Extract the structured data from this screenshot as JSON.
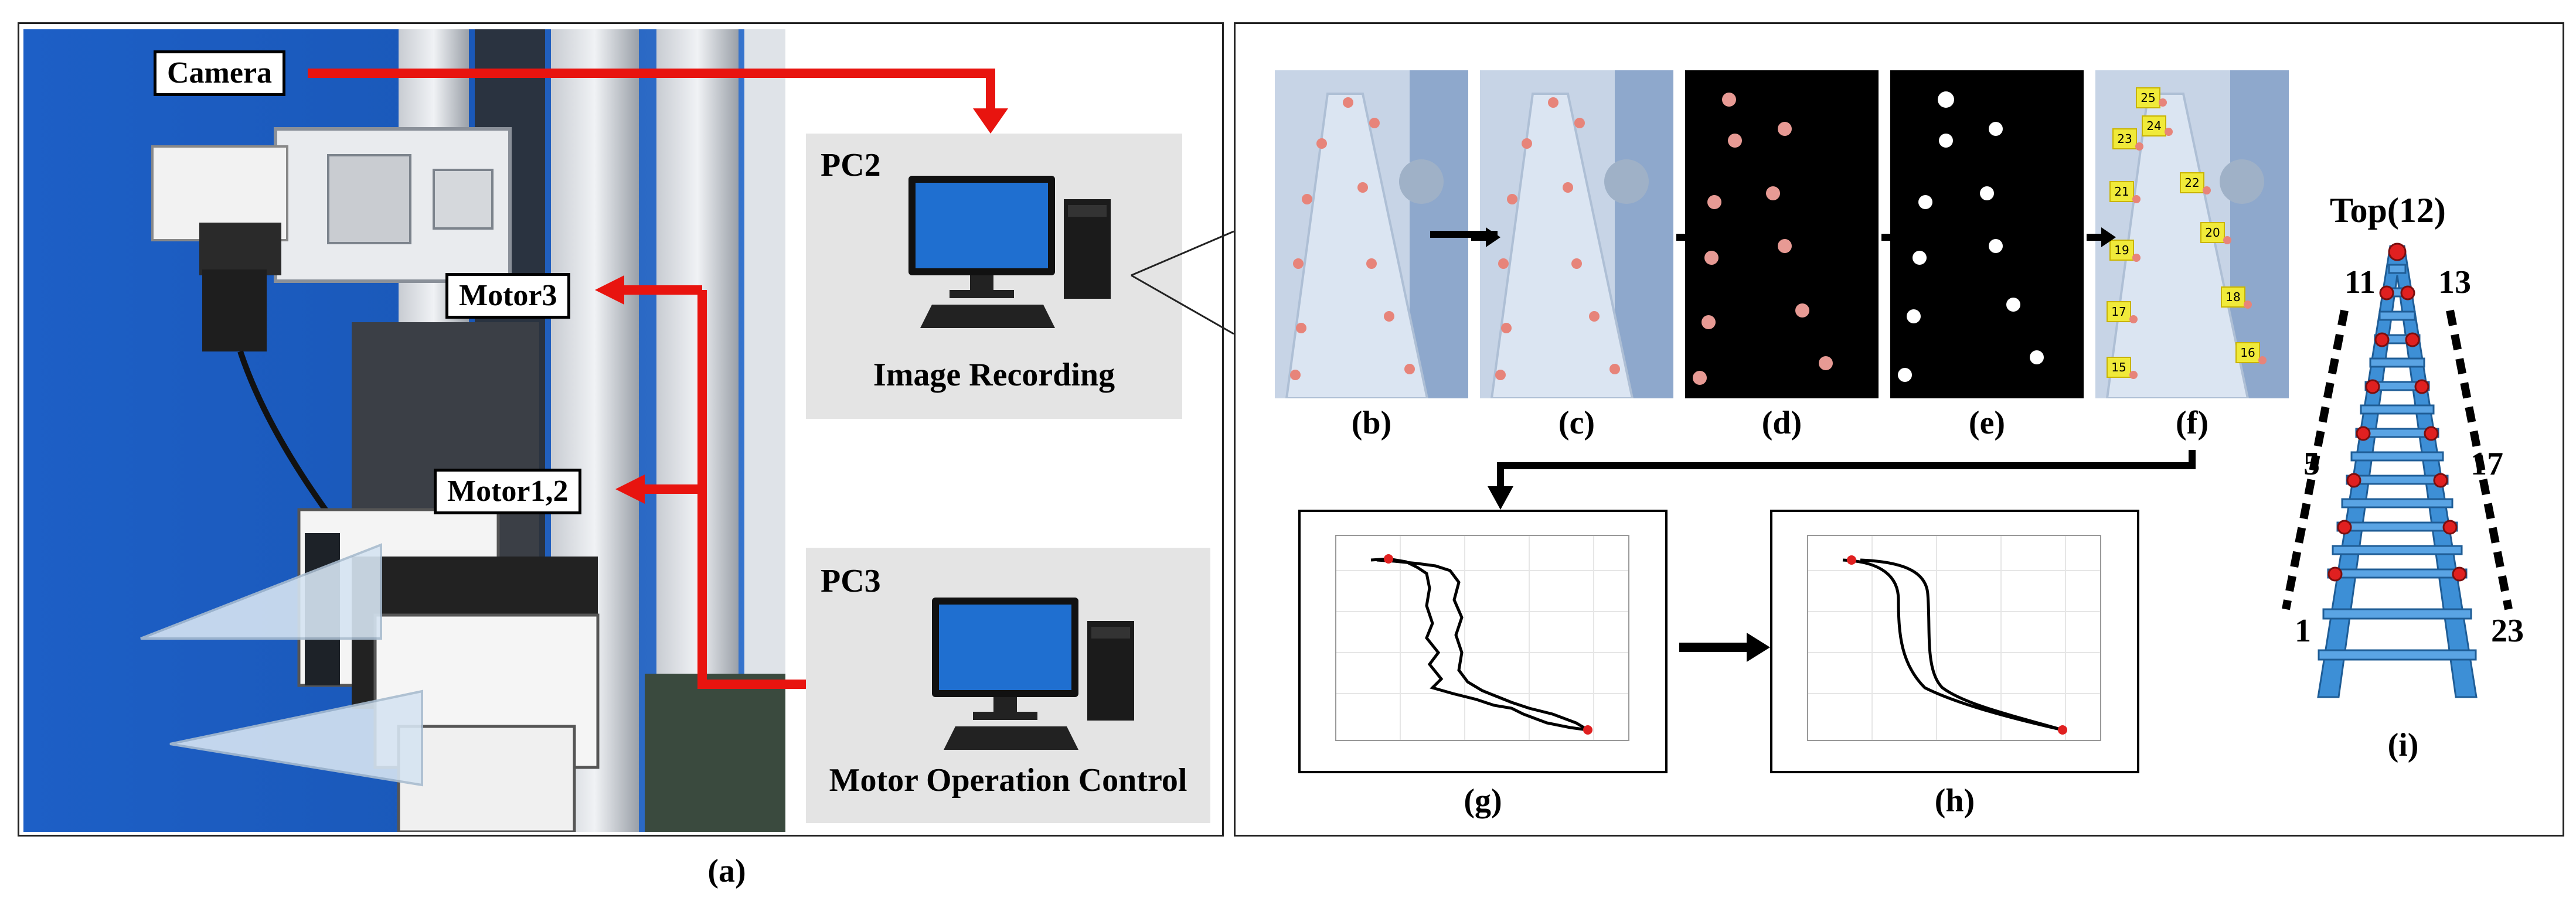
{
  "panel_a": {
    "caption": "(a)",
    "labels": {
      "camera": "Camera",
      "motor3": "Motor3",
      "motor12": "Motor1,2"
    },
    "pc2": {
      "name": "PC2",
      "caption": "Image Recording"
    },
    "pc3": {
      "name": "PC3",
      "caption": "Motor Operation Control"
    }
  },
  "panel_b_i": {
    "captions": [
      "(b)",
      "(c)",
      "(d)",
      "(e)",
      "(f)",
      "(g)",
      "(h)",
      "(i)"
    ],
    "marker_ids": [
      "25",
      "24",
      "23",
      "22",
      "21",
      "20",
      "19",
      "18",
      "17",
      "16",
      "15"
    ],
    "gripper_labels": {
      "top": "Top(12)",
      "left_upper": "11",
      "right_upper": "13",
      "left_mid": "5",
      "right_mid": "17",
      "left_bottom": "1",
      "right_bottom": "23"
    }
  },
  "colors": {
    "arrow_red": "#e8140f",
    "arrow_black": "#000000",
    "marker_red": "#e02020",
    "gripper_blue": "#3d8fd6",
    "gray_box": "#e4e4e4",
    "blue_wall": "#1a5fc4"
  }
}
